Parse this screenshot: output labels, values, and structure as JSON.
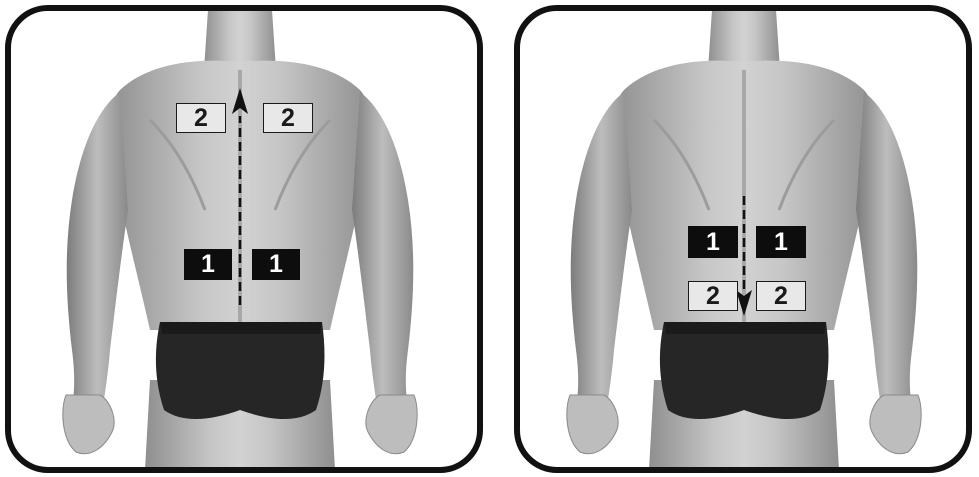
{
  "colors": {
    "frame": "#111111",
    "skin_light": "#c9c9c9",
    "skin_mid": "#a9a9a9",
    "skin_shadow": "#7f7f7f",
    "briefs": "#262626",
    "pad_dark": "#0d0d0d",
    "pad_light": "#e8e8e8"
  },
  "panels": [
    {
      "arrow_direction": "up",
      "pads": [
        {
          "label": "2",
          "style": "light"
        },
        {
          "label": "2",
          "style": "light"
        },
        {
          "label": "1",
          "style": "dark"
        },
        {
          "label": "1",
          "style": "dark"
        }
      ]
    },
    {
      "arrow_direction": "down",
      "pads": [
        {
          "label": "1",
          "style": "dark"
        },
        {
          "label": "1",
          "style": "dark"
        },
        {
          "label": "2",
          "style": "light"
        },
        {
          "label": "2",
          "style": "light"
        }
      ]
    }
  ]
}
